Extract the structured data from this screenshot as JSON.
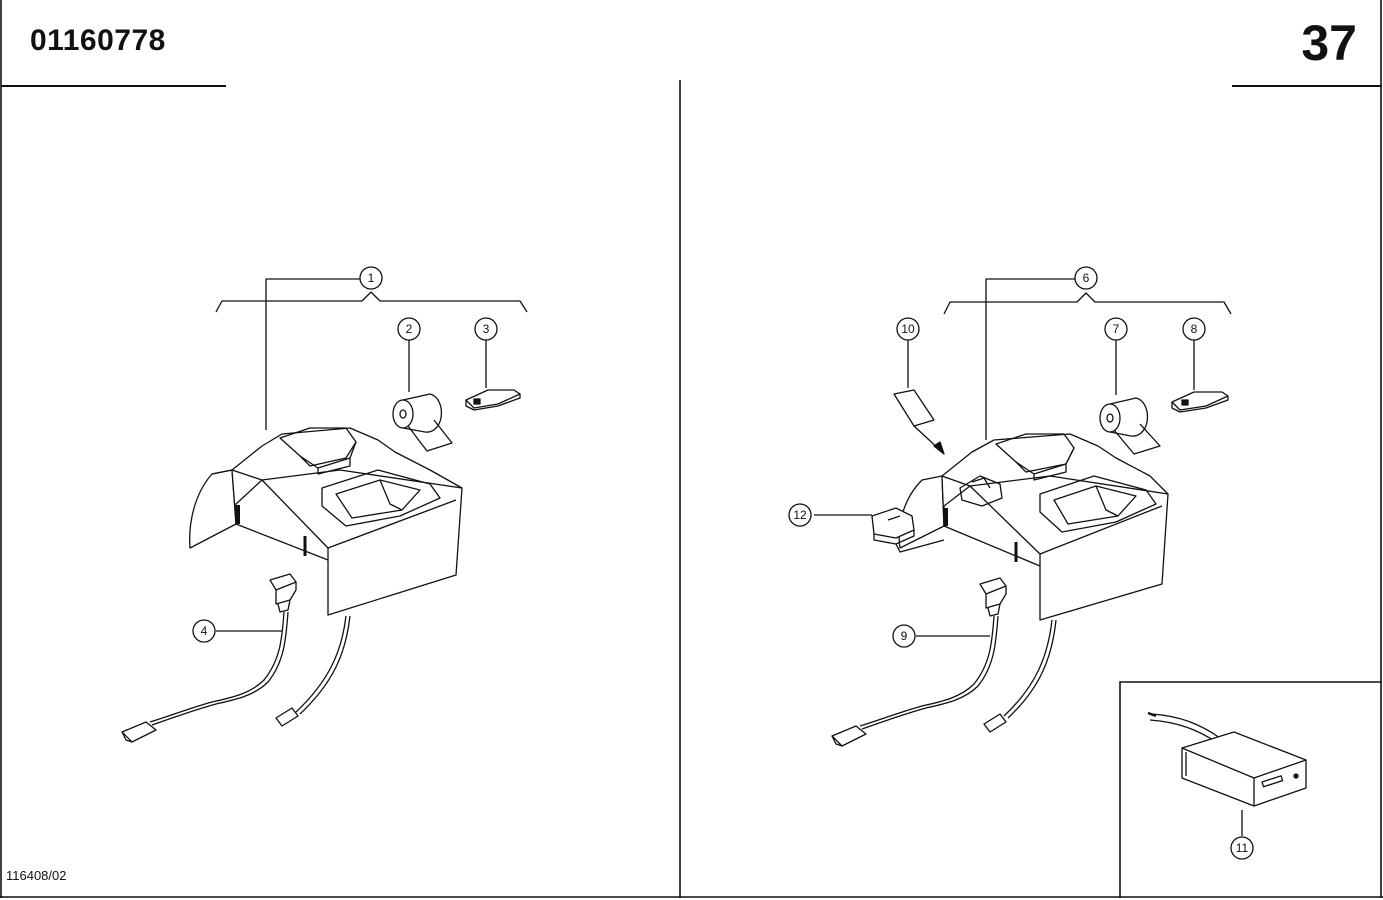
{
  "header": {
    "document_number": "01160778",
    "page_number": "37"
  },
  "footer": {
    "reference_code": "116408/02"
  },
  "callouts": {
    "c1": "1",
    "c2": "2",
    "c3": "3",
    "c4": "4",
    "c6": "6",
    "c7": "7",
    "c8": "8",
    "c9": "9",
    "c10": "10",
    "c11": "11",
    "c12": "12"
  }
}
